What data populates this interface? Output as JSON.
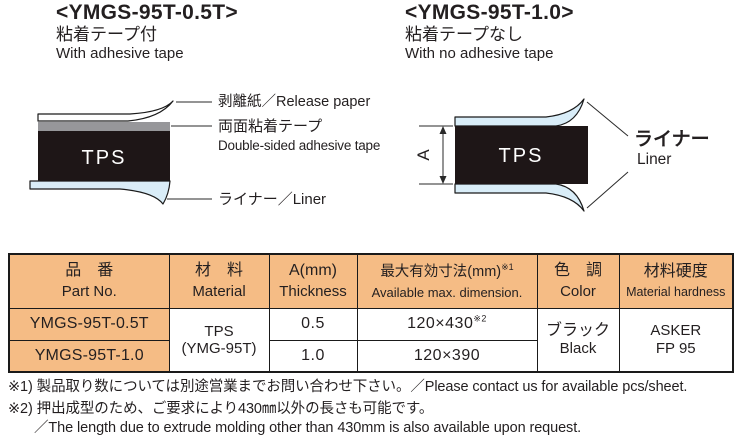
{
  "products": [
    {
      "title": "<YMGS-95T-0.5T>",
      "subtitle_jp": "粘着テープ付",
      "subtitle_en": "With adhesive tape",
      "diagram": {
        "block_label": "TPS",
        "release_paper_label": "剥離紙／Release paper",
        "tape_label_jp": "両面粘着テープ",
        "tape_label_en": "Double-sided adhesive tape",
        "liner_label": "ライナー／Liner"
      }
    },
    {
      "title": "<YMGS-95T-1.0>",
      "subtitle_jp": "粘着テープなし",
      "subtitle_en": "With no adhesive tape",
      "diagram": {
        "block_label": "TPS",
        "dimension_label": "A",
        "liner_label_jp": "ライナー",
        "liner_label_en": "Liner"
      }
    }
  ],
  "table": {
    "headers": [
      {
        "jp": "品　番",
        "en": "Part No."
      },
      {
        "jp": "材　料",
        "en": "Material"
      },
      {
        "jp": "A(mm)",
        "en": "Thickness"
      },
      {
        "jp": "最大有効寸法(mm)",
        "note": "※1",
        "en": "Available max. dimension."
      },
      {
        "jp": "色　調",
        "en": "Color"
      },
      {
        "jp": "材料硬度",
        "en": "Material hardness"
      }
    ],
    "rows": [
      {
        "part_no": "YMGS-95T-0.5T",
        "thickness": "0.5",
        "dimension": "120×430",
        "dimension_note": "※2"
      },
      {
        "part_no": "YMGS-95T-1.0",
        "thickness": "1.0",
        "dimension": "120×390",
        "dimension_note": ""
      }
    ],
    "material_line1": "TPS",
    "material_line2": "(YMG-95T)",
    "color_jp": "ブラック",
    "color_en": "Black",
    "hardness_line1": "ASKER",
    "hardness_line2": "FP 95"
  },
  "footnotes": [
    "※1) 製品取り数については別途営業までお問い合わせ下さい。／Please contact us for available pcs/sheet.",
    "※2) 押出成型のため、ご要求により430㎜以外の長さも可能です。",
    "／The length due to extrude molding other than 430mm is also available upon request."
  ],
  "colors": {
    "table_header_bg": "#f5bc85",
    "liner_blue": "#d9edf8",
    "tape_gray": "#97979a",
    "block_black": "#1e1617",
    "border": "#1a1a1a"
  }
}
